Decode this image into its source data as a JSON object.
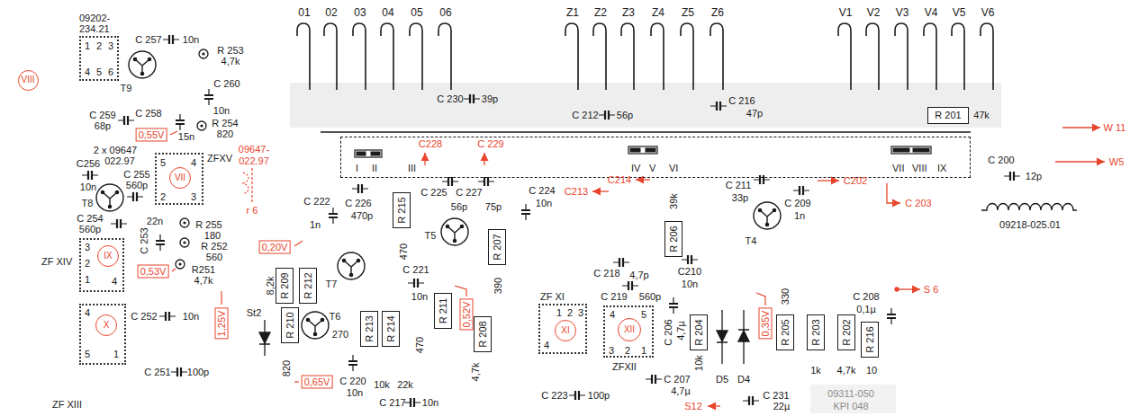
{
  "diagram": {
    "nodes": [
      {
        "text": [
          "09202- 234.21",
          "1",
          "2",
          "3",
          "4",
          "5",
          "6"
        ]
      },
      {
        "text": [
          "VIII"
        ]
      },
      {
        "text": [
          "ZFXV",
          "5",
          "4",
          "2",
          "3"
        ]
      },
      {
        "text": [
          "VII"
        ],
        "in": 2
      },
      {
        "text": [
          "ZF XIV",
          "3",
          "2",
          "1",
          "4"
        ]
      },
      {
        "text": [
          "IX"
        ],
        "in": 4
      },
      {
        "text": [
          "4",
          "5",
          "1",
          "ZF XIII"
        ]
      },
      {
        "text": [
          "X"
        ],
        "in": 6
      },
      {
        "text": [
          "R 201"
        ]
      },
      {
        "text": [
          "I",
          "II",
          "III",
          "IV",
          "V",
          "VI",
          "VII",
          "VIII",
          "IX"
        ]
      },
      {
        "text": [
          "R 215"
        ]
      },
      {
        "text": [
          "R 206"
        ]
      },
      {
        "text": [
          "R 207"
        ]
      },
      {
        "text": [
          "R 209"
        ]
      },
      {
        "text": [
          "R 212"
        ]
      },
      {
        "text": [
          "R 211"
        ]
      },
      {
        "text": [
          "R 210"
        ]
      },
      {
        "text": [
          "R 213"
        ]
      },
      {
        "text": [
          "R 214"
        ]
      },
      {
        "text": [
          "R 208"
        ]
      },
      {
        "text": [
          "ZF XI",
          "1",
          "2",
          "3",
          "4"
        ]
      },
      {
        "text": [
          "XI"
        ],
        "in": 20
      },
      {
        "text": [
          "4",
          "5",
          "3",
          "2",
          "1",
          "ZFXII"
        ]
      },
      {
        "text": [
          "XII"
        ],
        "in": 22
      },
      {
        "text": [
          "R 204"
        ]
      },
      {
        "text": [
          "R 205"
        ]
      },
      {
        "text": [
          "R 203"
        ]
      },
      {
        "text": [
          "R 202"
        ]
      },
      {
        "text": [
          "R 216"
        ]
      }
    ],
    "labels": [
      "01",
      "02",
      "03",
      "04",
      "05",
      "06",
      "Z1",
      "Z2",
      "Z3",
      "Z4",
      "Z5",
      "Z6",
      "V1",
      "V2",
      "V3",
      "V4",
      "V5",
      "V6",
      "T9",
      "C 257",
      "10n",
      "R 253",
      "4,7k",
      "C 260",
      "10n",
      "R 254",
      "820",
      "C 259",
      "68p",
      "C 258",
      "15n",
      "0,55V",
      "2 x 09647",
      "022.97",
      "C256",
      "10n",
      "T8",
      "C 255",
      "560p",
      "09647-",
      "022.97",
      "r 6",
      "R 255",
      "180",
      "R 252",
      "560",
      "C 254",
      "560p",
      "22n",
      "C 253",
      "0,53V",
      "R251",
      "4,7k",
      "C 252",
      "10n",
      "1,25V",
      "C 251",
      "100p",
      "St2",
      "820",
      "0,65V",
      "T6",
      "8,2k",
      "0,20V",
      "T7",
      "C 222",
      "1n",
      "C 226",
      "470p",
      "470",
      "C 230",
      "39p",
      "C228",
      "C 229",
      "C 225",
      "56p",
      "C 227",
      "75p",
      "T5",
      "390",
      "C 224",
      "10n",
      "C 212",
      "56p",
      "C 216",
      "47p",
      "47k",
      "W 11",
      "W5",
      "C 200",
      "12p",
      "09218-025.01",
      "C213",
      "C214",
      "39k",
      "C 211",
      "33p",
      "T4",
      "C 209",
      "1n",
      "C202",
      "C 203",
      "C 218",
      "4,7p",
      "C210",
      "10n",
      "C 221",
      "10n",
      "C 219",
      "560p",
      "C 220",
      "10n",
      "270",
      "10k",
      "22k",
      "C 217",
      "10n",
      "470",
      "0,52V",
      "4,7k",
      "C 223",
      "100p",
      "C 206",
      "4,7µ",
      "C 207",
      "4,7µ",
      "S12",
      "10k",
      "D5",
      "D4",
      "0,35V",
      "330",
      "1k",
      "4,7k",
      "C 208",
      "0,1µ",
      "10",
      "S 6",
      "C 231",
      "22µ",
      "09311-050",
      "KPI 048"
    ]
  }
}
